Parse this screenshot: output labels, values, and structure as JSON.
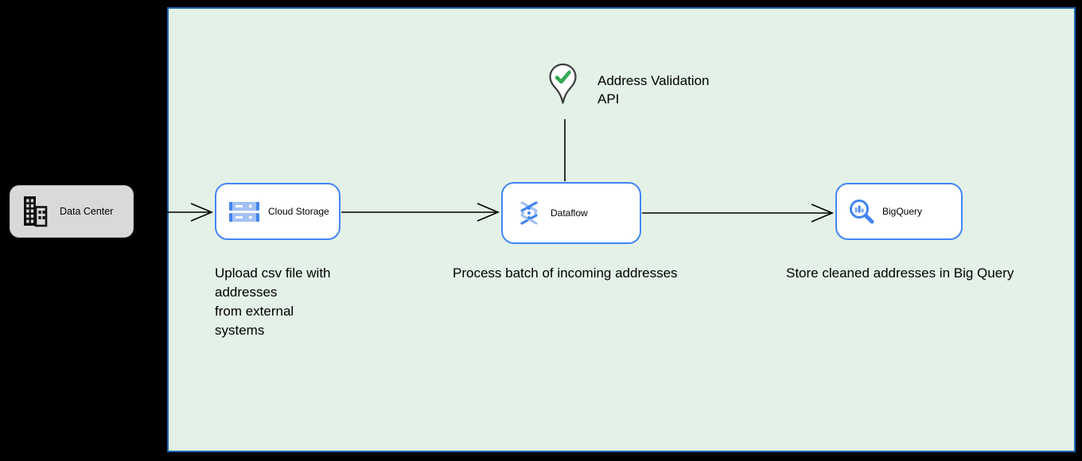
{
  "nodes": {
    "data_center": {
      "label": "Data Center",
      "icon": "building-icon"
    },
    "cloud_storage": {
      "label": "Cloud Storage",
      "icon": "cloud-storage-icon"
    },
    "dataflow": {
      "label": "Dataflow",
      "icon": "dataflow-icon"
    },
    "bigquery": {
      "label": "BigQuery",
      "icon": "bigquery-icon"
    }
  },
  "annotation": {
    "icon": "location-pin-check-icon",
    "label": "Address Validation\nAPI"
  },
  "captions": {
    "upload": "Upload csv file with\naddresses\nfrom external\nsystems",
    "process": "Process batch of incoming addresses",
    "store": "Store cleaned addresses in Big Query"
  },
  "connectors": [
    {
      "from": "data_center",
      "to": "cloud_storage",
      "style": "open-arrow"
    },
    {
      "from": "cloud_storage",
      "to": "dataflow",
      "style": "open-arrow"
    },
    {
      "from": "dataflow",
      "to": "bigquery",
      "style": "open-arrow"
    },
    {
      "from": "address_validation_api",
      "to": "dataflow",
      "style": "plain-line"
    }
  ],
  "colors": {
    "canvas_background": "#000000",
    "zone_fill": "#e3f1e7",
    "zone_border": "#1765ad",
    "node_fill": "#ffffff",
    "node_border": "#4285f4",
    "data_center_fill": "#d9d9d9",
    "icon_blue": "#4285f4",
    "icon_blue_light": "#a3c0f3",
    "check_green": "#34a853",
    "pin_outline": "#3d3d3d",
    "connector": "#000000"
  }
}
